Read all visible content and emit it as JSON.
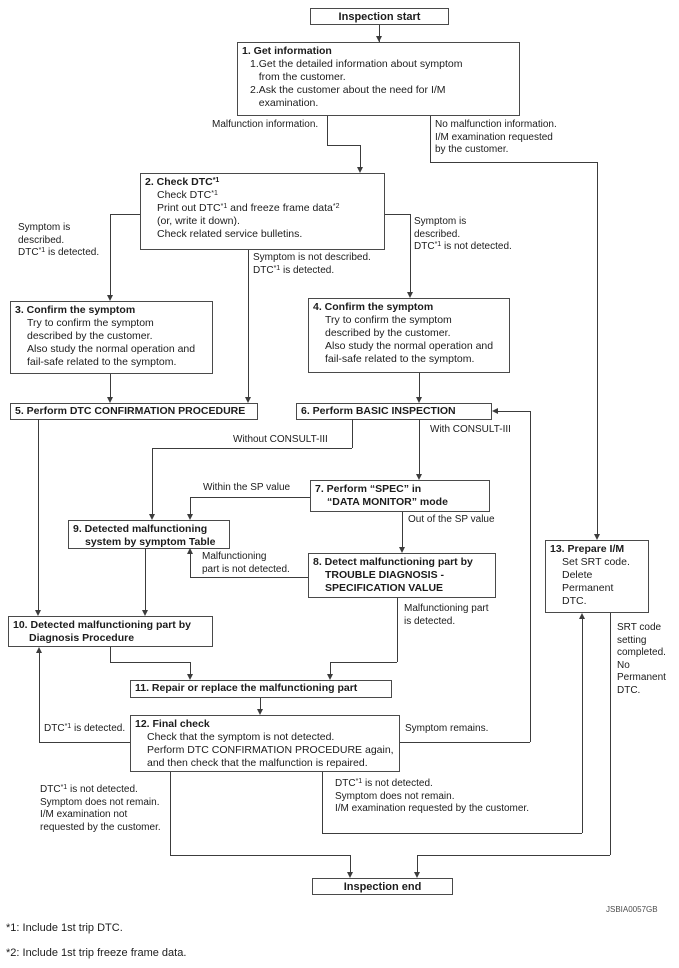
{
  "nodes": {
    "start": {
      "label": "Inspection start"
    },
    "b1": {
      "title": "1. Get information",
      "body": "1.Get the detailed information about symptom\n   from the customer.\n2.Ask the customer about the need for I/M\n   examination."
    },
    "b2": {
      "title": "2. Check DTC*1",
      "body": "Check DTC*1\nPrint out DTC*1 and freeze frame data*2\n(or, write it down).\nCheck related service bulletins."
    },
    "b3": {
      "title": "3. Confirm the symptom",
      "body": "Try to confirm the symptom\ndescribed by the customer.\nAlso study the normal operation and\nfail-safe related to the symptom."
    },
    "b4": {
      "title": "4. Confirm the symptom",
      "body": "Try to confirm the symptom\ndescribed by the customer.\nAlso study the normal operation and\nfail-safe related to the symptom."
    },
    "b5": {
      "title": "5. Perform DTC CONFIRMATION PROCEDURE"
    },
    "b6": {
      "title": "6. Perform BASIC INSPECTION"
    },
    "b7": {
      "title": "7. Perform “SPEC” in",
      "body": "“DATA MONITOR” mode"
    },
    "b8": {
      "title": "8. Detect malfunctioning part by",
      "body": "TROUBLE DIAGNOSIS -\nSPECIFICATION VALUE"
    },
    "b9": {
      "title": "9. Detected malfunctioning",
      "body": "system by symptom Table"
    },
    "b10": {
      "title": "10. Detected malfunctioning part by",
      "body": "Diagnosis Procedure"
    },
    "b11": {
      "title": "11. Repair or replace the malfunctioning part"
    },
    "b12": {
      "title": "12. Final check",
      "body": "Check that the symptom is not detected.\nPerform DTC CONFIRMATION PROCEDURE again,\nand then check that the malfunction is repaired."
    },
    "b13": {
      "title": "13. Prepare I/M",
      "body": "Set SRT code.\nDelete\nPermanent\nDTC."
    },
    "end": {
      "label": "Inspection end"
    }
  },
  "labels": {
    "malfunction_info": "Malfunction information.",
    "no_malfunction": "No malfunction information.\nI/M examination requested\nby the customer.",
    "sym_desc_dtc": "Symptom is\ndescribed.\nDTC*1 is detected.",
    "sym_not_desc_dtc": "Symptom is not described.\nDTC*1 is detected.",
    "sym_desc_no_dtc": "Symptom is\ndescribed.\nDTC*1 is not detected.",
    "without_consult": "Without CONSULT-III",
    "with_consult": "With CONSULT-III",
    "within_sp": "Within the SP value",
    "out_sp": "Out of the SP value",
    "malf_not_detected": "Malfunctioning\npart is not detected.",
    "malf_detected": "Malfunctioning part\nis detected.",
    "dtc_detected": "DTC*1 is detected.",
    "symptom_remains": "Symptom remains.",
    "end_left": "DTC*1 is not detected.\nSymptom does not remain.\nI/M examination not\nrequested by the customer.",
    "end_right": "DTC*1 is not detected.\nSymptom does not remain.\nI/M examination requested by the customer.",
    "srt_code": "SRT code\nsetting\ncompleted.\nNo\nPermanent\nDTC."
  },
  "footer": {
    "figure_code": "JSBIA0057GB",
    "footnote1": "*1: Include 1st trip DTC.",
    "footnote2": "*2: Include 1st trip freeze frame data."
  }
}
